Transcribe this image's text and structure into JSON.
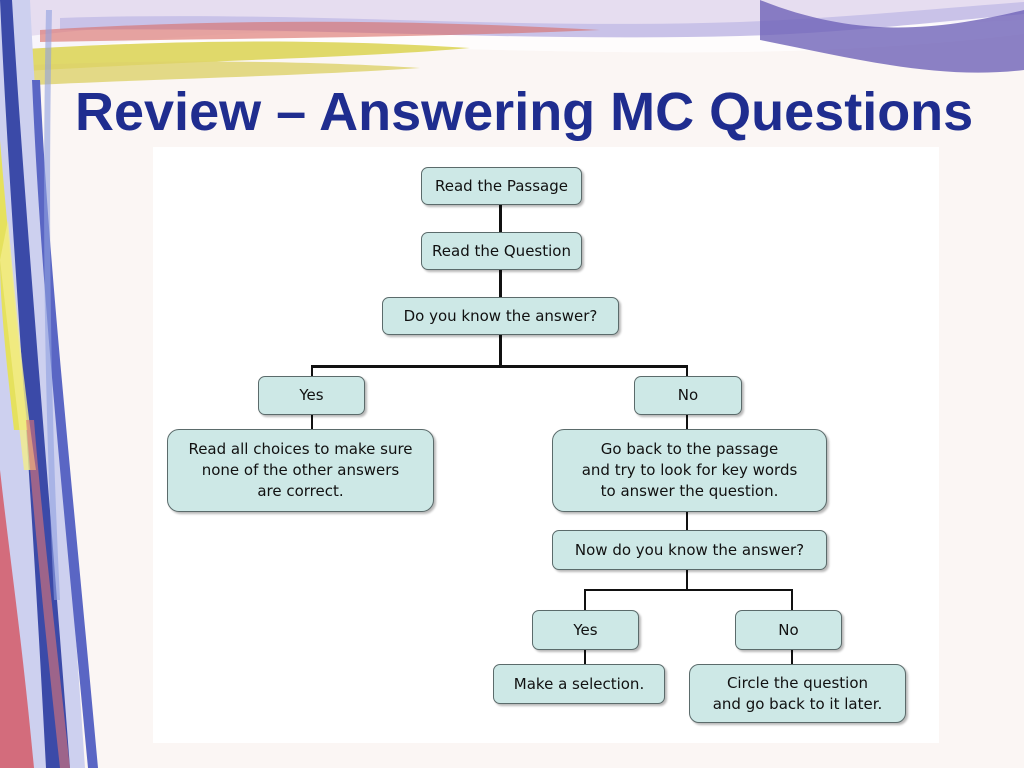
{
  "slide": {
    "title": "Review – Answering MC Questions",
    "title_color": "#1f2d8f"
  },
  "flowchart": {
    "box_fill": "#cde8e6",
    "nodes": {
      "read_passage": "Read the Passage",
      "read_question": "Read the Question",
      "know_answer": "Do you know the answer?",
      "yes_1": "Yes",
      "no_1": "No",
      "read_all_choices": "Read all choices to make sure\nnone of the other answers\nare correct.",
      "go_back": "Go back to the passage\nand try to look for key words\nto answer the question.",
      "now_know": "Now do you know the answer?",
      "yes_2": "Yes",
      "no_2": "No",
      "make_selection": "Make a selection.",
      "circle_question": "Circle the question\nand go back to it later."
    }
  }
}
